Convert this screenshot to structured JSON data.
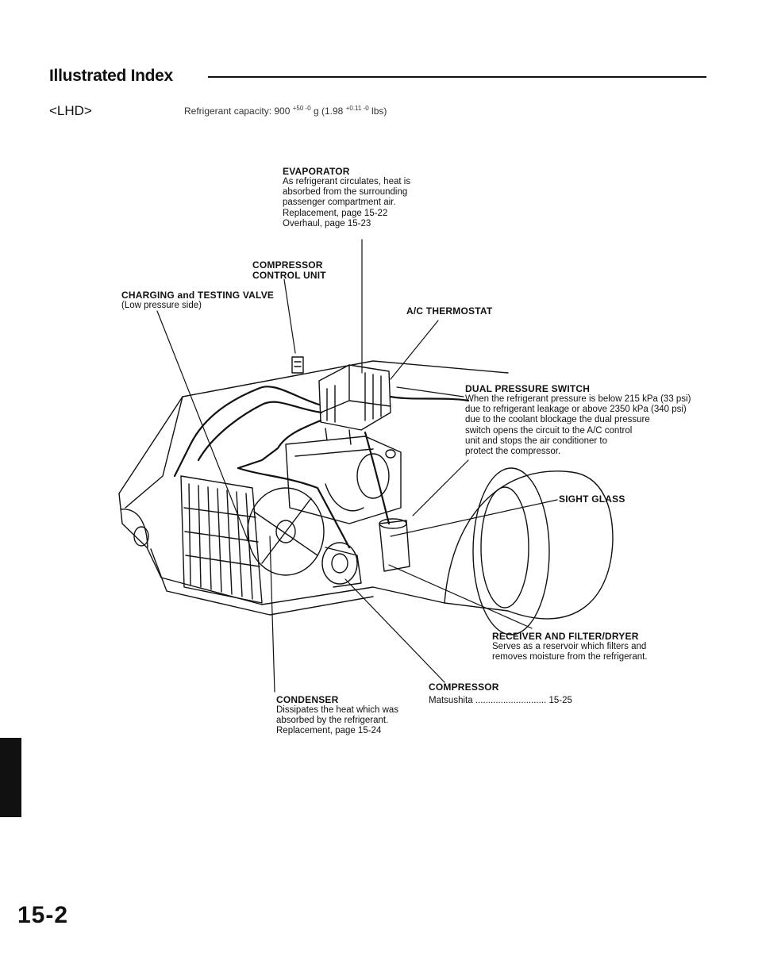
{
  "header": {
    "section_title": "Illustrated Index",
    "model_tag": "<LHD>",
    "refrigerant_capacity_prefix": "Refrigerant capacity: 900",
    "refrigerant_capacity_tol1": "+50 -0",
    "refrigerant_capacity_mid": " g (1.98",
    "refrigerant_capacity_tol2": "+0.11 -0",
    "refrigerant_capacity_suffix": " lbs)"
  },
  "callouts": {
    "evaporator": {
      "title": "EVAPORATOR",
      "lines": [
        "As refrigerant circulates, heat is",
        "absorbed from the surrounding",
        "passenger compartment air.",
        "Replacement, page 15-22",
        "Overhaul, page 15-23"
      ]
    },
    "compressor_control_unit": {
      "title_line1": "COMPRESSOR",
      "title_line2": "CONTROL UNIT"
    },
    "charging_valve": {
      "title": "CHARGING and TESTING VALVE",
      "subtitle": "(Low pressure side)"
    },
    "ac_thermostat": {
      "title": "A/C THERMOSTAT"
    },
    "dual_pressure_switch": {
      "title": "DUAL PRESSURE SWITCH",
      "lines": [
        "When the refrigerant pressure is below 215 kPa (33 psi)",
        "due to refrigerant leakage or above 2350 kPa (340 psi)",
        "due to the coolant blockage the dual pressure",
        "switch opens the circuit to the A/C control",
        "unit and stops the air conditioner to",
        "protect the compressor."
      ]
    },
    "sight_glass": {
      "title": "SIGHT GLASS"
    },
    "receiver_dryer": {
      "title": "RECEIVER AND FILTER/DRYER",
      "lines": [
        "Serves as a reservoir which filters and",
        "removes moisture from the refrigerant."
      ]
    },
    "compressor": {
      "title": "COMPRESSOR",
      "line": "Matsushita ............................ 15-25"
    },
    "condenser": {
      "title": "CONDENSER",
      "lines": [
        "Dissipates the heat which was",
        "absorbed by the refrigerant.",
        "Replacement, page 15-24"
      ]
    }
  },
  "footer": {
    "page_number": "15-2"
  },
  "colors": {
    "ink": "#111111",
    "paper": "#ffffff"
  }
}
